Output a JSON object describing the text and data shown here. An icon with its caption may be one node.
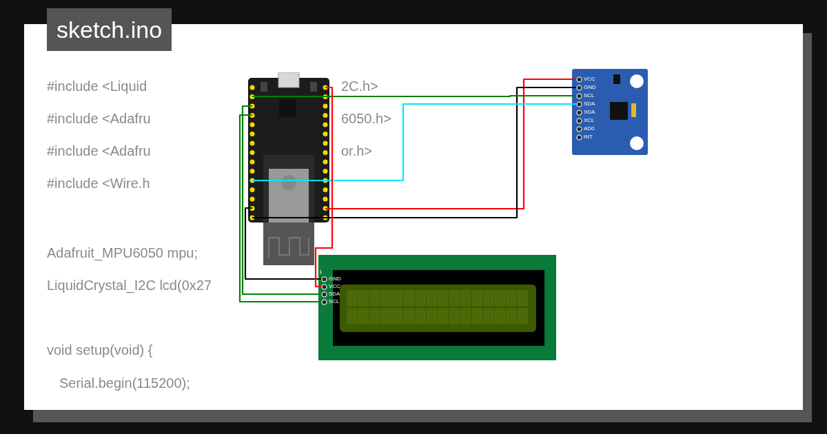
{
  "diagram": {
    "nodes": [
      {
        "text": [],
        "shape": "picture"
      },
      {
        "text": [],
        "shape": "picture"
      },
      {
        "text": [
          "VCC"
        ],
        "in": 1
      },
      {
        "text": [
          "GND"
        ],
        "in": 1
      },
      {
        "text": [
          "SCL"
        ],
        "in": 1
      },
      {
        "text": [
          "SDA"
        ],
        "in": 1
      },
      {
        "text": [
          "XDA"
        ],
        "in": 1
      },
      {
        "text": [
          "XCL"
        ],
        "in": 1
      },
      {
        "text": [
          "AD0"
        ],
        "in": 1
      },
      {
        "text": [
          "INT"
        ],
        "in": 1
      },
      {
        "text": [],
        "shape": "picture"
      },
      {
        "text": [
          "GND"
        ],
        "in": 10
      },
      {
        "text": [
          "VCC"
        ],
        "in": 10
      },
      {
        "text": [
          "SDA"
        ],
        "in": 10
      },
      {
        "text": [
          "SCL"
        ],
        "in": 10
      }
    ],
    "edges": [
      {
        "from": 0,
        "to": 2,
        "arrow": "none",
        "color": "#ff0000"
      },
      {
        "from": 0,
        "to": 3,
        "arrow": "none",
        "color": "#000000"
      },
      {
        "from": 0,
        "to": 4,
        "arrow": "none"
      },
      {
        "from": 0,
        "to": 5,
        "arrow": "none",
        "color": "#00e5ff"
      },
      {
        "from": 0,
        "to": 11,
        "arrow": "none",
        "color": "#000000"
      },
      {
        "from": 0,
        "to": 12,
        "arrow": "none",
        "color": "#ff0000"
      },
      {
        "from": 0,
        "to": 13,
        "arrow": "none"
      },
      {
        "from": 0,
        "to": 14,
        "arrow": "none"
      }
    ],
    "labels": [
      "sketch.ino",
      "#include <Liquid",
      "2C.h>",
      "#include <Adafru",
      "6050.h>",
      "#include <Adafru",
      "or.h>",
      "#include <Wire.h",
      "Adafruit_MPU6050 mpu;",
      "LiquidCrystal_I2C lcd(0x27",
      "void setup(void) {",
      "Serial.begin(115200);",
      "1"
    ]
  }
}
